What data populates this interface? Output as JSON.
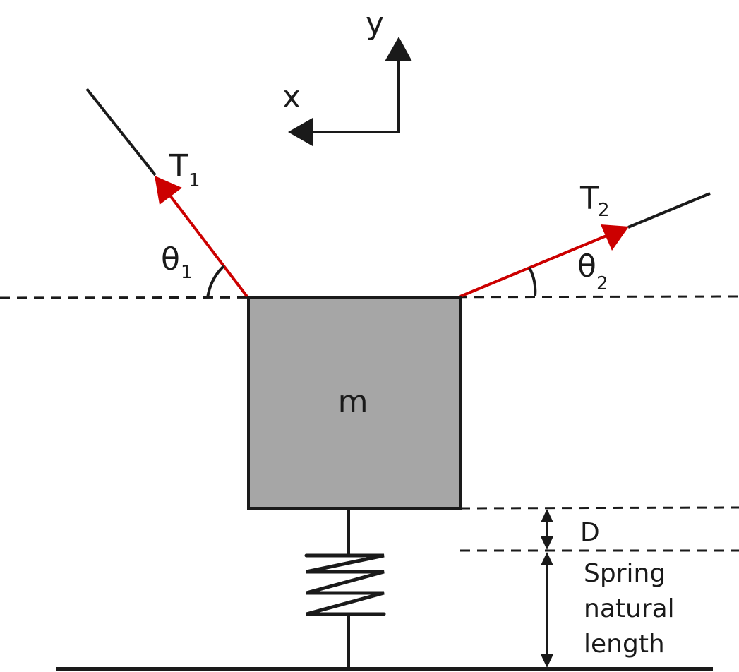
{
  "diagram": {
    "type": "free-body diagram",
    "axes": {
      "x_label": "x",
      "y_label": "y"
    },
    "mass": {
      "label": "m",
      "fill": "#a6a6a6"
    },
    "tensions": [
      {
        "symbol": "T",
        "subscript": "1",
        "angle_symbol": "θ",
        "angle_subscript": "1",
        "side": "left"
      },
      {
        "symbol": "T",
        "subscript": "2",
        "angle_symbol": "θ",
        "angle_subscript": "2",
        "side": "right"
      }
    ],
    "dimensions": {
      "displacement_label": "D",
      "spring_label_lines": [
        "Spring",
        "natural",
        "length"
      ]
    },
    "colors": {
      "tension": "#cc0000",
      "line": "#1a1a1a",
      "mass": "#a6a6a6"
    }
  }
}
